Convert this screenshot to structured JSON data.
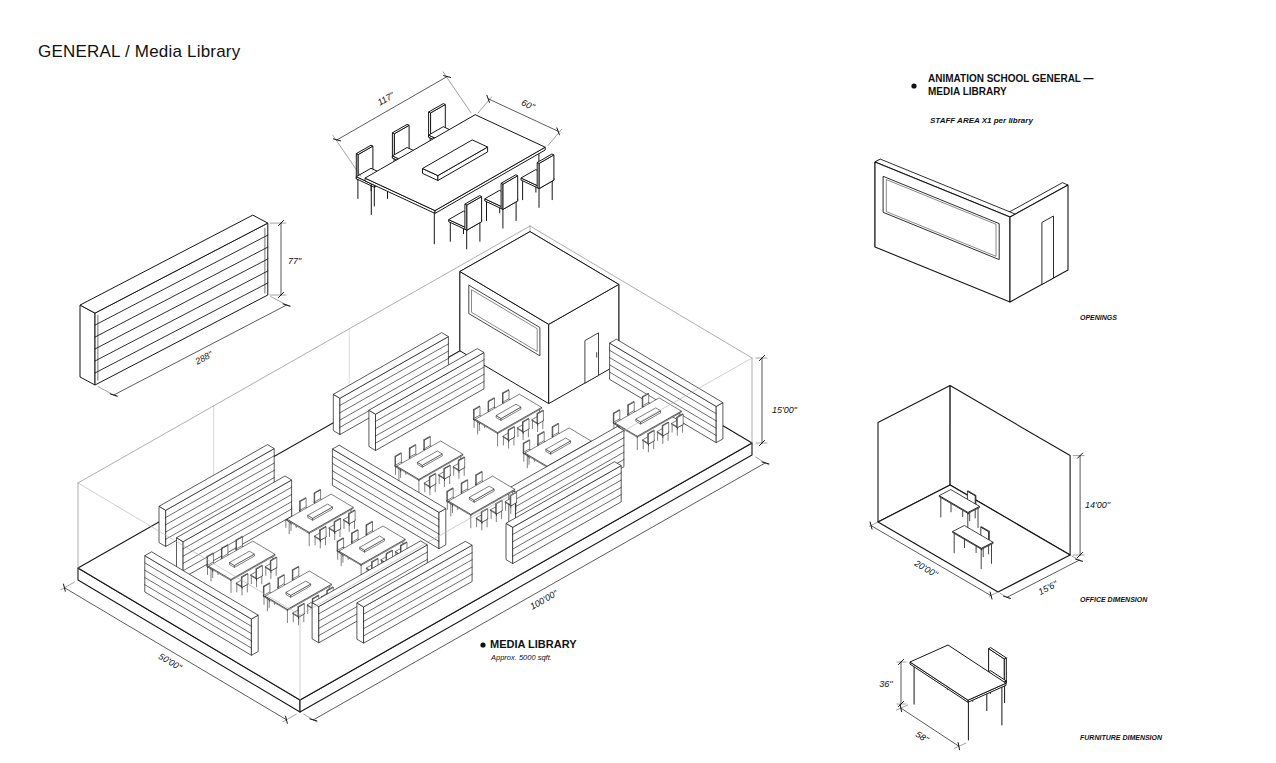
{
  "diagram": {
    "title": "GENERAL / Media Library",
    "labels": [
      "ANIMATION SCHOOL GENERAL — MEDIA LIBRARY",
      "STAFF AREA X1 per library",
      "117\"",
      "60\"",
      "77\"",
      "288\"",
      "15'00\"",
      "100'00\"",
      "50'00\"",
      "MEDIA LIBRARY",
      "Approx. 5000 sqft.",
      "OPENINGS",
      "14'00''",
      "20'00''",
      "15'6''",
      "OFFICE DIMENSION",
      "36''",
      "58''",
      "FURNITURE DIMENSION"
    ]
  }
}
